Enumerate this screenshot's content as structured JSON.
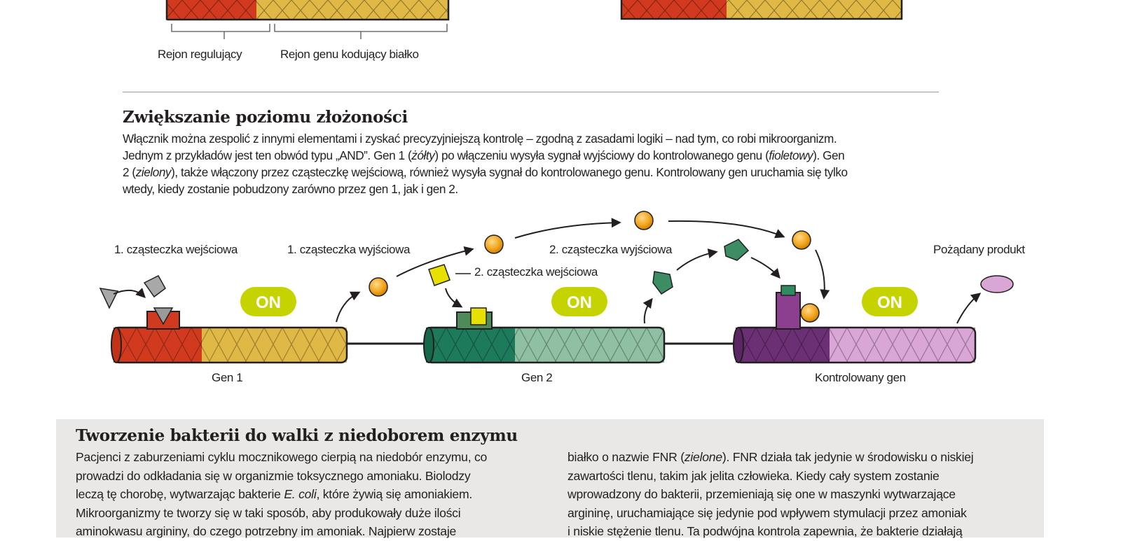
{
  "top": {
    "label_regulatory": "Rejon regulujący",
    "label_coding": "Rejon genu kodujący białko"
  },
  "section2": {
    "title": "Zwiększanie poziomu złożoności",
    "p1": "Włącznik można zespolić z innymi elementami i zyskać precyzyjniejszą kontrolę – zgodną z zasadami logiki – nad tym, co robi mikroorganizm.",
    "p2a": "Jednym z przykładów jest ten obwód typu „AND”. Gen 1 (",
    "p2_yellow": "żółty",
    "p2b": ") po włączeniu wysyła sygnał wyjściowy do kontrolowanego genu (",
    "p2_violet": "fioletowy",
    "p2c": "). Gen",
    "p3a": "2 (",
    "p3_green": "zielony",
    "p3b": "), także włączony przez cząsteczkę wejściową, również wysyła sygnał do kontrolowanego genu. Kontrolowany gen uruchamia się tylko",
    "p4": "wtedy, kiedy zostanie pobudzony zarówno przez gen 1, jak i gen 2."
  },
  "diagram": {
    "input1": "1. cząsteczka wejściowa",
    "output1": "1. cząsteczka wyjściowa",
    "input2": "2. cząsteczka wejściowa",
    "output2": "2. cząsteczka wyjściowa",
    "product": "Pożądany produkt",
    "on1": "ON",
    "on2": "ON",
    "on3": "ON",
    "gene1": "Gen 1",
    "gene2": "Gen 2",
    "gene3": "Kontrolowany gen"
  },
  "panel": {
    "title": "Tworzenie bakterii do walki z niedoborem enzymu",
    "left": {
      "l1": "Pacjenci z zaburzeniami cyklu mocznikowego cierpią na niedobór enzymu, co",
      "l2": "prowadzi do odkładania się w organizmie toksycznego amoniaku. Biolodzy",
      "l3a": "leczą tę chorobę, wytwarzając bakterie ",
      "l3_italic": "E. coli",
      "l3b": ", które żywią się amoniakiem.",
      "l4": "Mikroorganizmy te tworzy się w taki sposób, aby produkowały duże ilości",
      "l5": "aminokwasu argininy, do czego potrzebny im amoniak. Najpierw zostaje"
    },
    "right": {
      "r1a": "białko o nazwie FNR (",
      "r1_italic": "zielone",
      "r1b": "). FNR działa tak jedynie w środowisku o niskiej",
      "r2": "zawartości tlenu, takim jak jelita człowieka. Kiedy cały system zostanie",
      "r3": "wprowadzony do bakterii, przemieniają się one w maszynki wytwarzające",
      "r4": "argininę, uruchamiające się jedynie pod wpływem stymulacji przez amoniak",
      "r5": "i niskie stężenie tlenu. Ta podwójna kontrola zapewnia, że bakterie działają"
    }
  },
  "colors": {
    "red": "#d13a1f",
    "yellow": "#e0b845",
    "green_dark": "#1d7a5a",
    "green_light": "#8fc0a3",
    "violet_dark": "#6b2f73",
    "violet_light": "#d9a6d5",
    "on_badge": "#c5d400",
    "orange_ball": "#f1a51c",
    "panel_bg": "#e9e8e6"
  }
}
